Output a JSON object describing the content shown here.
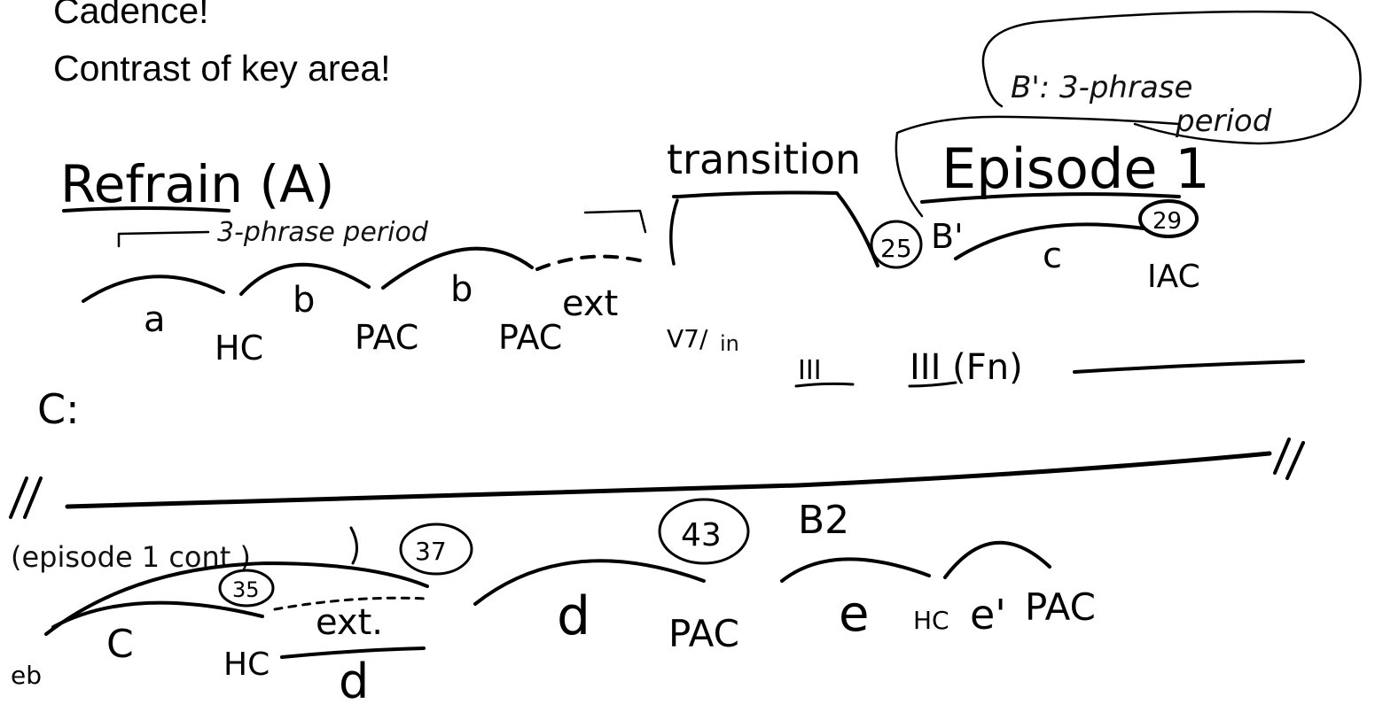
{
  "typed_notes": {
    "line1": "Cadence!",
    "line2": "Contrast of key area!"
  },
  "handwriting": {
    "refrain": "Refrain (A)",
    "three_phrase_period": "3-phrase period",
    "phrase_a": "a",
    "phrase_b": "b",
    "phrase_b2": "b",
    "ext": "ext",
    "cad_hc": "HC",
    "cad_pac": "PAC",
    "cad_pac2": "PAC",
    "transition": "transition",
    "measure_25": "25",
    "episode1": "Episode 1",
    "b1": "B'",
    "b1_note_line1": "B': 3-phrase",
    "b1_note_line2": "period",
    "measure_29": "29",
    "phrase_c": "c",
    "cad_iac": "IAC",
    "roman_v7": "V7/",
    "roman_in": "in",
    "roman_iii": "III",
    "roman_iii_fn": "III (Fn)",
    "c_label": "C:",
    "ep1_cont": "(episode 1 cont.)",
    "measure_37a": "37",
    "measure_35": "35",
    "ext2": "ext.",
    "phrase_c2": "C",
    "cad_hc2": "HC",
    "phrase_d": "d",
    "eb": "eb",
    "measure_43": "43",
    "phrase_d2": "d",
    "cad_pac3": "PAC",
    "b2": "B2",
    "phrase_e": "e",
    "cad_hc3": "HC",
    "phrase_e1": "e'",
    "cad_pac4": "PAC"
  },
  "colors": {
    "ink": "#000000",
    "background": "#ffffff"
  }
}
